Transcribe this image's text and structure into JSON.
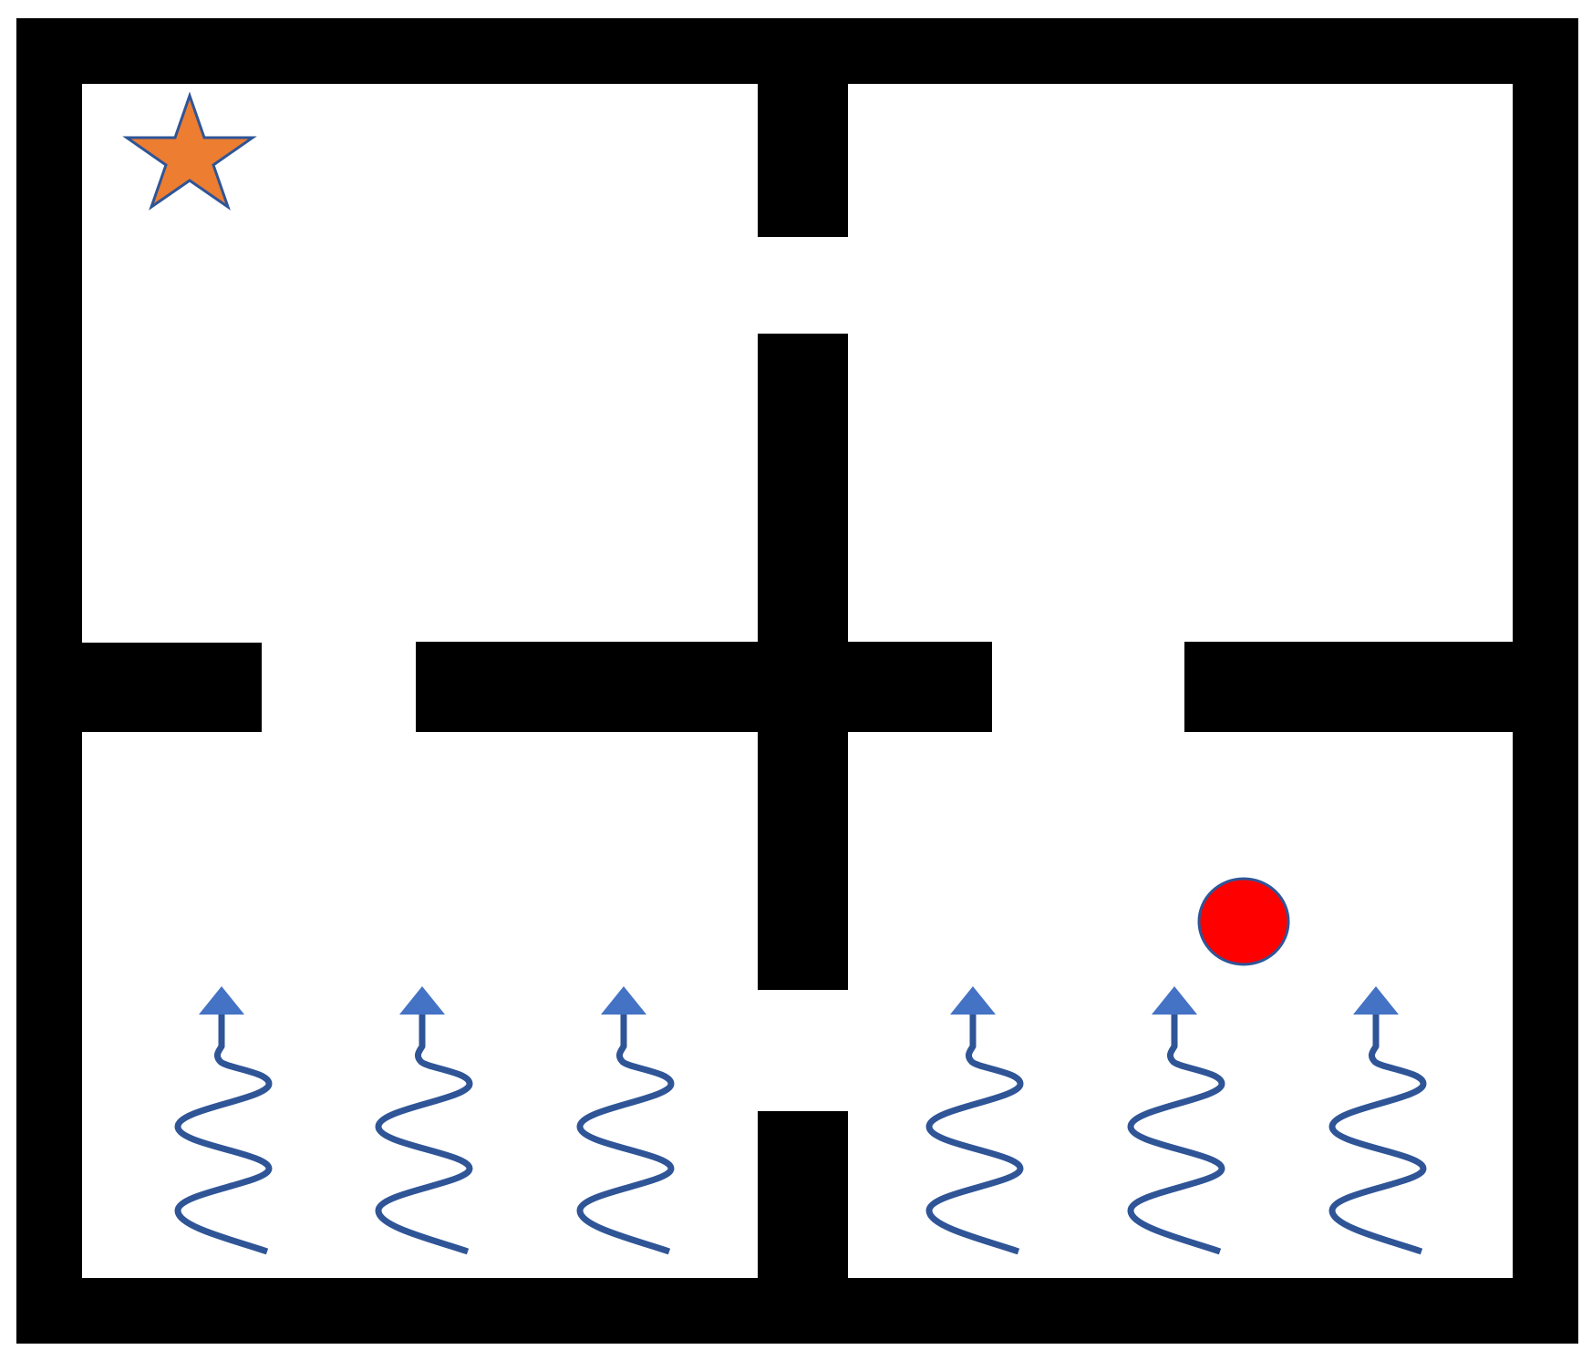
{
  "colors": {
    "background": "#ffffff",
    "wall": "#000000",
    "goal_fill": "#ED7D31",
    "goal_stroke": "#2F5597",
    "agent_fill": "#FF0000",
    "agent_stroke": "#2F5597",
    "wind_line": "#2F5597",
    "wind_arrowhead": "#4472C4"
  },
  "icons": {
    "goal": "star-icon",
    "agent": "circle-icon",
    "wind": "wavy-up-arrow-icon"
  },
  "grid": {
    "rooms": 4,
    "wind_arrow_count": 6,
    "wind_direction": "up"
  }
}
